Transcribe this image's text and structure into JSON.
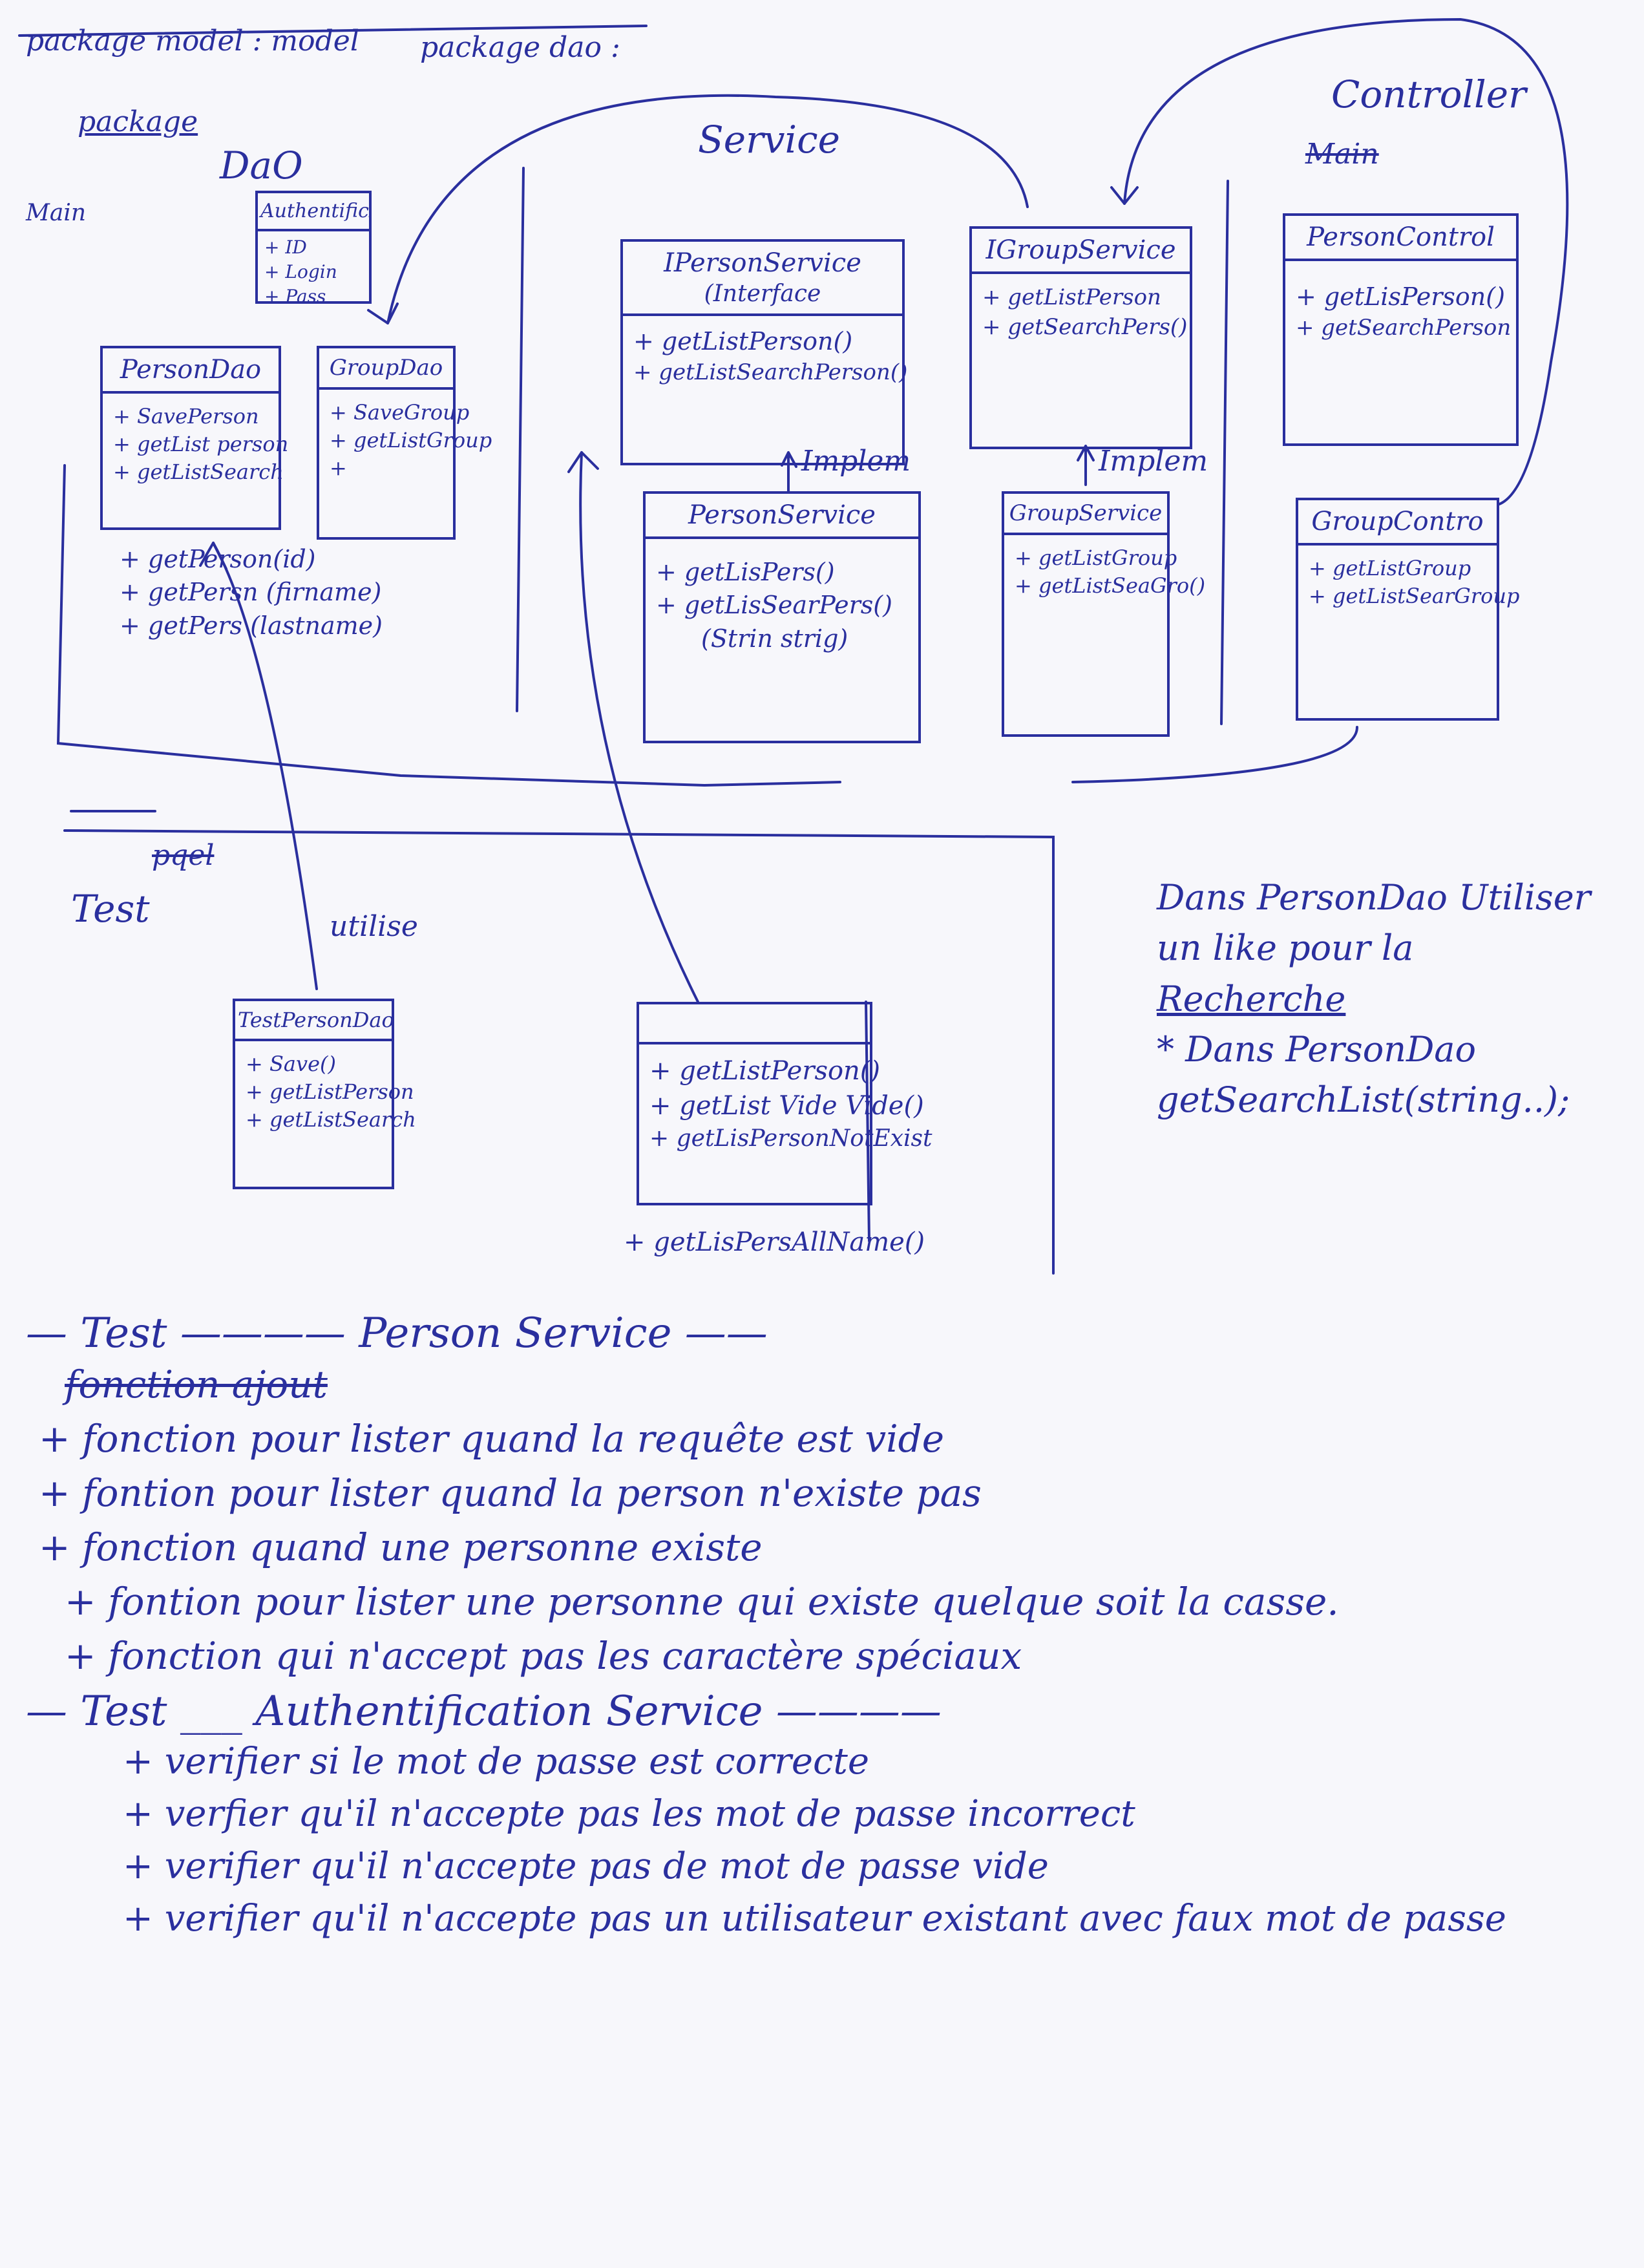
{
  "header": {
    "pkg_model": "package model : model",
    "pkg_dao": "package dao :",
    "pkg_underlined": "package",
    "main_label": "Main"
  },
  "columns": {
    "dao": "DaO",
    "service": "Service",
    "controller": "Controller",
    "controller_struck": "Main",
    "test": "Test",
    "test_struck": "pqel",
    "utilise": "utilise"
  },
  "classes": {
    "auth_dao": {
      "title": "AuthentificDao",
      "items": [
        "+ ID",
        "+ Login",
        "+ Pass"
      ]
    },
    "person_dao": {
      "title": "PersonDao",
      "items": [
        "+ SavePerson",
        "+ getList person",
        "+ getListSearch"
      ]
    },
    "person_dao_extra": [
      "+ getPerson(id)",
      "+ getPersn (firname)",
      "+ getPers (lastname)"
    ],
    "group_dao": {
      "title": "GroupDao",
      "items": [
        "+ SaveGroup",
        "+ getListGroup",
        "+"
      ]
    },
    "iperson_service": {
      "title": "IPersonService",
      "stereotype": "(Interface",
      "items": [
        "+ getListPerson()",
        "+ getListSearchPerson()"
      ]
    },
    "igroup_service": {
      "title": "IGroupService",
      "items": [
        "+ getListPerson",
        "+ getSearchPers()"
      ]
    },
    "person_service": {
      "title": "PersonService",
      "items": [
        "+ getLisPers()",
        "+ getLisSearPers()",
        "(Strin strig)"
      ]
    },
    "group_service": {
      "title": "GroupService",
      "items": [
        "+ getListGroup",
        "+ getListSeaGro()"
      ]
    },
    "person_control": {
      "title": "PersonControl",
      "items": [
        "+ getLisPerson()",
        "+ getSearchPerson"
      ]
    },
    "group_control": {
      "title": "GroupContro",
      "items": [
        "+ getListGroup",
        "+ getListSearGroup"
      ]
    },
    "test_person_dao": {
      "title": "TestPersonDao",
      "items": [
        "+ Save()",
        "+ getListPerson",
        "+ getListSearch"
      ]
    },
    "test_person_service": {
      "title": "",
      "items": [
        "+ getListPerson()",
        "+ getList Vide Vide()",
        "+ getLisPersonNotExist",
        "+ getLisPersAllName()"
      ]
    },
    "impl_label": "Implem"
  },
  "side_note": [
    "Dans PersonDao Utiliser",
    "un like pour la",
    "Recherche",
    "* Dans PersonDao",
    "getSearchList(string..);"
  ],
  "notes": {
    "sec1": [
      "— Test ———— Person Service ——"
    ],
    "sec1_struck": "fonction ajout",
    "sec1_items": [
      "+ fonction pour lister quand la requête est vide",
      "+ fontion pour lister quand la person n'existe pas",
      "+ fonction quand une personne existe",
      "+ fontion pour lister une personne qui existe quelque soit la casse.",
      "+ fonction qui n'accept pas les caractère spéciaux"
    ],
    "sec2": [
      "— Test ___ Authentification Service ————"
    ],
    "sec2_items": [
      "+ verifier si le mot de passe est correcte",
      "+ verfier qu'il n'accepte pas les mot de passe incorrect",
      "+ verifier qu'il n'accepte pas de mot de passe vide",
      "+ verifier qu'il n'accepte pas un utilisateur existant avec faux mot de passe"
    ]
  }
}
